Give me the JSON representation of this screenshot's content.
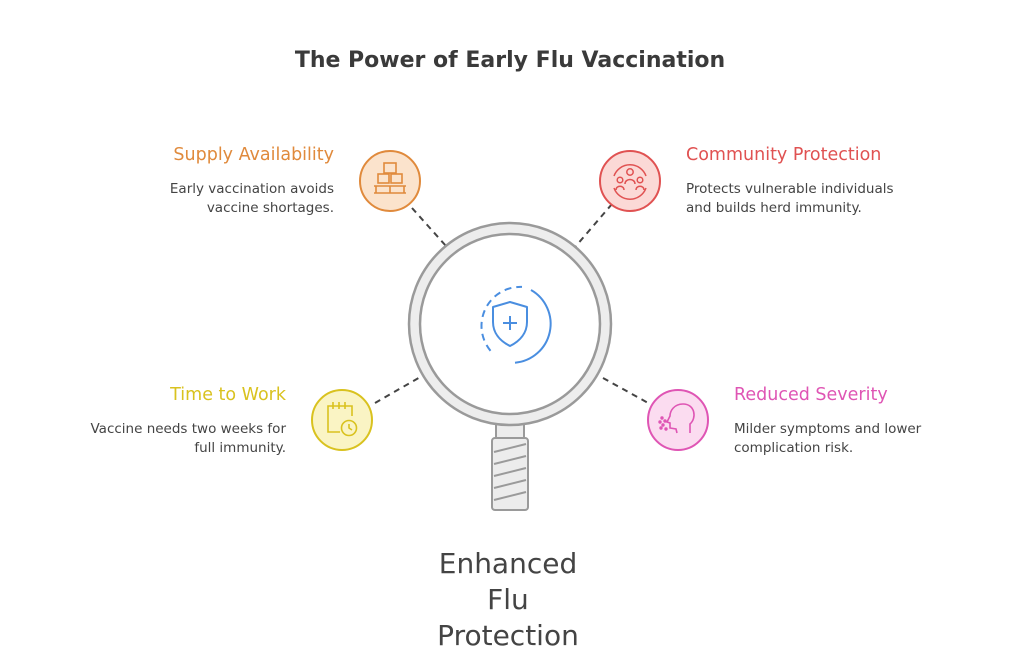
{
  "title": "The Power of Early Flu Vaccination",
  "center": {
    "label_lines": [
      "Enhanced",
      "Flu",
      "Protection"
    ],
    "icon": "shield-plus-icon"
  },
  "items": [
    {
      "id": "supply",
      "title": "Supply Availability",
      "desc_lines": [
        "Early vaccination avoids",
        "vaccine shortages."
      ],
      "color": "#e08a3c",
      "fill": "#fbe3cc",
      "icon": "boxes-icon"
    },
    {
      "id": "community",
      "title": "Community Protection",
      "desc_lines": [
        "Protects vulnerable individuals",
        "and builds herd immunity."
      ],
      "color": "#e05252",
      "fill": "#fbd9d6",
      "icon": "community-icon"
    },
    {
      "id": "time",
      "title": "Time to Work",
      "desc_lines": [
        "Vaccine needs two weeks for",
        "full immunity."
      ],
      "color": "#d9c21f",
      "fill": "#faf4c4",
      "icon": "calendar-clock-icon"
    },
    {
      "id": "severity",
      "title": "Reduced Severity",
      "desc_lines": [
        "Milder symptoms and lower",
        "complication risk."
      ],
      "color": "#df55b4",
      "fill": "#fbdcf0",
      "icon": "sneeze-face-icon"
    }
  ],
  "colors": {
    "lens_stroke": "#9a9a9a",
    "lens_fill": "#f1f1f1",
    "shield": "#4a8ee0",
    "title": "#3a3a3a"
  }
}
